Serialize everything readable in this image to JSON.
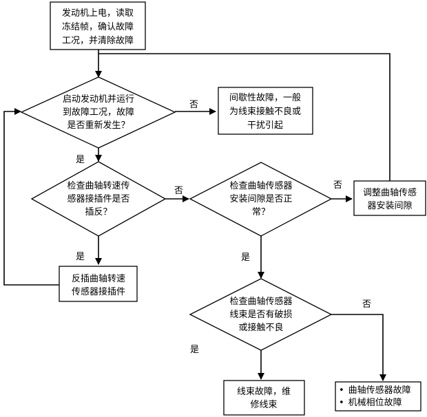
{
  "nodes": {
    "start": {
      "lines": [
        "发动机上电，读取",
        "冻结帧，确认故障",
        "工况，并清除故障"
      ]
    },
    "q_restart": {
      "lines": [
        "启动发动机并运行",
        "到故障工况，故障",
        "是否重新发生？"
      ]
    },
    "intermittent": {
      "lines": [
        "间歇性故障，一般",
        "为线束接触不良或",
        "干扰引起"
      ]
    },
    "q_connector": {
      "lines": [
        "检查曲轴转速传",
        "感器接插件是否",
        "插反？"
      ]
    },
    "q_gap": {
      "lines": [
        "检查曲轴传感器",
        "安装间隙是否正",
        "常？"
      ]
    },
    "adjust_gap": {
      "lines": [
        "调整曲轴传感",
        "器安装间隙"
      ]
    },
    "reinsert": {
      "lines": [
        "反插曲轴转速",
        "传感器接插件"
      ]
    },
    "q_harness": {
      "lines": [
        "检查曲轴传感器",
        "线束是否有破损",
        "或接触不良"
      ]
    },
    "harness_fault": {
      "lines": [
        "线束故障，维",
        "修线束"
      ]
    },
    "sensor_fault": {
      "items": [
        "曲轴传感器故障",
        "机械相位故障"
      ],
      "bullet": "•"
    }
  },
  "edges": {
    "restart_no": "否",
    "restart_yes": "是",
    "connector_no": "否",
    "connector_yes": "是",
    "gap_no": "否",
    "gap_yes": "是",
    "harness_no": "否",
    "harness_yes": "是"
  },
  "colors": {
    "stroke": "#000000",
    "fill": "#ffffff"
  }
}
